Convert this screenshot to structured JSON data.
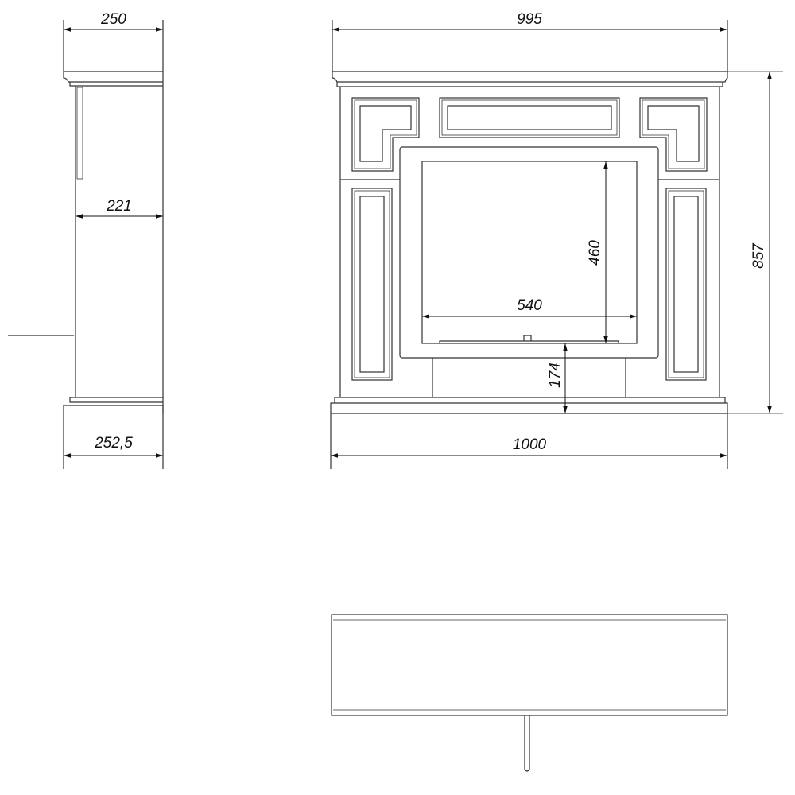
{
  "title": "Fireplace portal dimension drawing",
  "views": {
    "side": {
      "dims": {
        "top_depth": "250",
        "body_depth": "221",
        "base_depth": "252,5"
      }
    },
    "front": {
      "dims": {
        "shelf_width": "995",
        "total_height": "857",
        "opening_height": "460",
        "opening_width": "540",
        "hearth_height": "174",
        "base_width": "1000"
      }
    },
    "top": {}
  },
  "colors": {
    "line": "#333333",
    "background": "#ffffff"
  }
}
